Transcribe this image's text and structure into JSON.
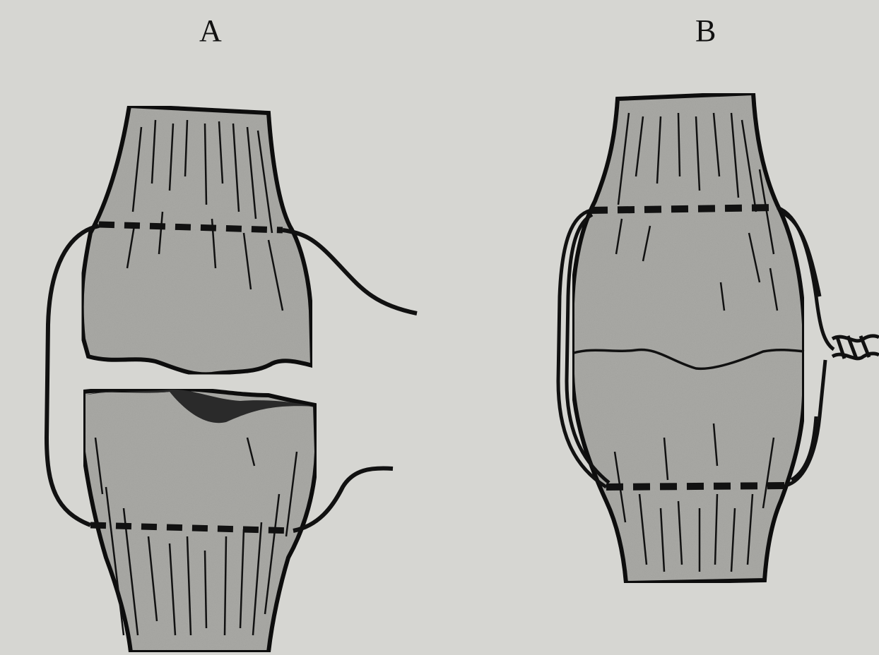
{
  "panels": [
    {
      "label": "A",
      "state": "fracture ends separated, suture passed"
    },
    {
      "label": "B",
      "state": "fracture ends approximated, suture twisted"
    }
  ],
  "colors": {
    "paper": "#d6d6d2",
    "bone": "#a9a9a5",
    "ink": "#111111"
  }
}
